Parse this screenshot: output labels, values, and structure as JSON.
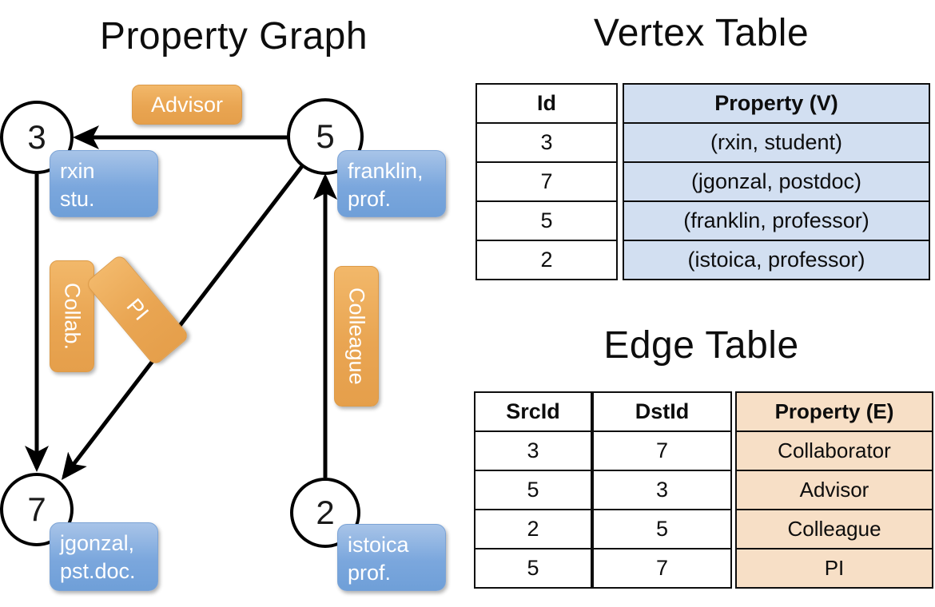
{
  "titles": {
    "property_graph": "Property Graph",
    "vertex_table": "Vertex Table",
    "edge_table": "Edge Table"
  },
  "colors": {
    "vertex_property_fill": "#d2dff1",
    "edge_property_fill": "#f7dfc6",
    "vertex_box_fill": "#7ba7dd",
    "edge_label_fill": "#e9a552",
    "stroke": "#0d0d0d"
  },
  "graph": {
    "nodes": [
      {
        "id": "3",
        "property_line1": "rxin",
        "property_line2": "stu."
      },
      {
        "id": "5",
        "property_line1": "franklin,",
        "property_line2": "prof."
      },
      {
        "id": "7",
        "property_line1": "jgonzal,",
        "property_line2": "pst.doc."
      },
      {
        "id": "2",
        "property_line1": "istoica",
        "property_line2": "prof."
      }
    ],
    "edge_labels": [
      {
        "name": "advisor",
        "text": "Advisor"
      },
      {
        "name": "collab",
        "text": "Collab."
      },
      {
        "name": "pi",
        "text": "PI"
      },
      {
        "name": "colleague",
        "text": "Colleague"
      }
    ]
  },
  "vertex_table": {
    "headers": [
      "Id",
      "Property (V)"
    ],
    "rows": [
      {
        "id": "3",
        "property": "(rxin, student)"
      },
      {
        "id": "7",
        "property": "(jgonzal, postdoc)"
      },
      {
        "id": "5",
        "property": "(franklin, professor)"
      },
      {
        "id": "2",
        "property": "(istoica, professor)"
      }
    ]
  },
  "edge_table": {
    "headers": [
      "SrcId",
      "DstId",
      "Property (E)"
    ],
    "rows": [
      {
        "src": "3",
        "dst": "7",
        "property": "Collaborator"
      },
      {
        "src": "5",
        "dst": "3",
        "property": "Advisor"
      },
      {
        "src": "2",
        "dst": "5",
        "property": "Colleague"
      },
      {
        "src": "5",
        "dst": "7",
        "property": "PI"
      }
    ]
  }
}
